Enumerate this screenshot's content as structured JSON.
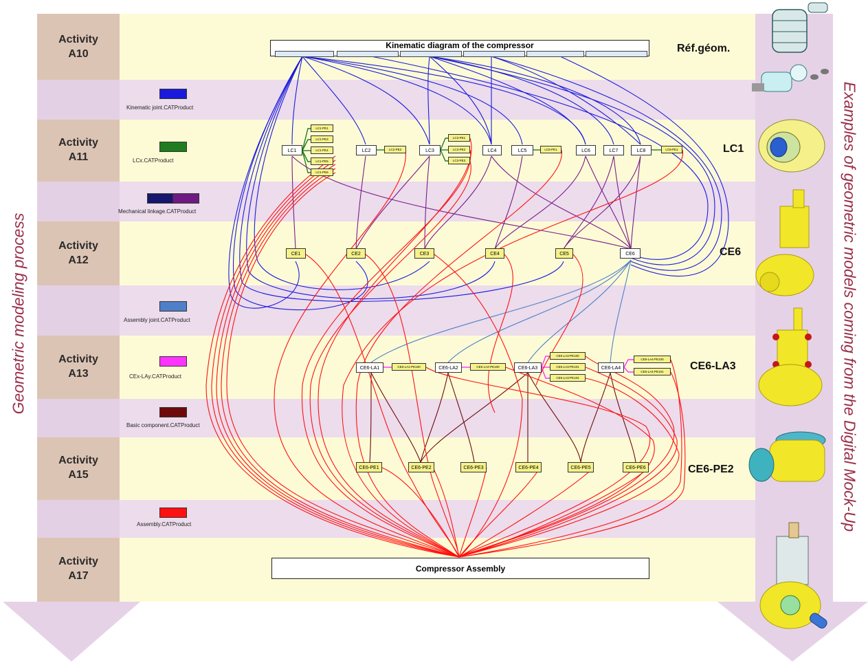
{
  "activities": [
    {
      "label_1": "Activity",
      "label_2": "A10"
    },
    {
      "label_1": "Activity",
      "label_2": "A11"
    },
    {
      "label_1": "Activity",
      "label_2": "A12"
    },
    {
      "label_1": "Activity",
      "label_2": "A13"
    },
    {
      "label_1": "Activity",
      "label_2": "A15"
    },
    {
      "label_1": "Activity",
      "label_2": "A17"
    }
  ],
  "left_vertical_text": "Geometric modeling process",
  "right_vertical_text": "Examples of geometric models coming from the Digital Mock-Up",
  "legend": [
    {
      "label": "Kinematic joint.CATProduct",
      "color": "#1a1adc"
    },
    {
      "label": "LCx.CATProduct",
      "color": "#1f7d1f"
    },
    {
      "label": "Mechanical linkage.CATProduct",
      "color": "#16166e",
      "color2": "#6e1a82"
    },
    {
      "label": "Assembly joint.CATProduct",
      "color": "#4f7fc8"
    },
    {
      "label": "CEx-LAy.CATProduct",
      "color": "#ff33ff"
    },
    {
      "label": "Basic component.CATProduct",
      "color": "#6e0a0a"
    },
    {
      "label": "Assembly.CATProduct",
      "color": "#ff1010"
    }
  ],
  "diagram": {
    "title": "Kinematic diagram of the compressor",
    "bottom": "Compressor Assembly",
    "lc_nodes": [
      "LC1",
      "LC2",
      "LC3",
      "LC4",
      "LC5",
      "LC6",
      "LC7",
      "LC8"
    ],
    "lc1_subs": [
      "LC1-PE1",
      "LC1-PE3",
      "LC1-PE4",
      "LC1-PE5",
      "LC1-PE6"
    ],
    "lc2_sub": "LC2-PE2",
    "lc3_subs": [
      "LC3-PE1",
      "LC3-PE2",
      "LC3-PE3"
    ],
    "lc5_sub": "LC5-PE1",
    "lc8_sub": "LC8-PE1",
    "ce_nodes": [
      "CE1",
      "CE2",
      "CE3",
      "CE4",
      "CE5",
      "CE6"
    ],
    "la_nodes": [
      "CE6-LA1",
      "CE6-LA2",
      "CE6-LA3",
      "CE6-LA4"
    ],
    "la1_sub": "CE6-LA1-PE100",
    "la2_sub": "CE6-LA2-PE100",
    "la3_subs": [
      "CE6-LA3-PE100",
      "CE6-LA3-PE101",
      "CE6-LA3-PE102"
    ],
    "la4_subs": [
      "CE6-LA4-PE100",
      "CE6-LA4-PE101"
    ],
    "pe_nodes": [
      "CE6-PE1",
      "CE6-PE2",
      "CE6-PE3",
      "CE6-PE4",
      "CE6-PE5",
      "CE6-PE6"
    ]
  },
  "level_labels": [
    "Réf.géom.",
    "LC1",
    "CE6",
    "CE6-LA3",
    "CE6-PE2"
  ],
  "colors": {
    "yellow_band": "#fdfbd6",
    "pink_band": "#ecdcec",
    "node_yellow": "#f6f28a",
    "wire_blue": "#1a1adc",
    "wire_purple": "#7a1a8a",
    "wire_red": "#ff1010",
    "wire_lightblue": "#4f7fc8",
    "wire_green": "#1f7d1f",
    "wire_magenta": "#ff33ff",
    "wire_darkred": "#6e0a0a"
  },
  "thumbnails": [
    {
      "icon": "cylinder-mesh-icon"
    },
    {
      "icon": "piston-parts-icon"
    },
    {
      "icon": "lc1-part-icon"
    },
    {
      "icon": "ce6-part-icon"
    },
    {
      "icon": "ce6-la3-part-icon"
    },
    {
      "icon": "ce6-pe2-part-icon"
    },
    {
      "icon": "compressor-assembly-icon"
    }
  ]
}
